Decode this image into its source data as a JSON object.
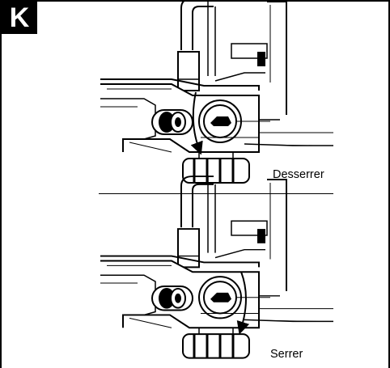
{
  "figure": {
    "letter": "K",
    "panels": [
      {
        "label": "Desserrer"
      },
      {
        "label": "Serrer"
      }
    ]
  }
}
